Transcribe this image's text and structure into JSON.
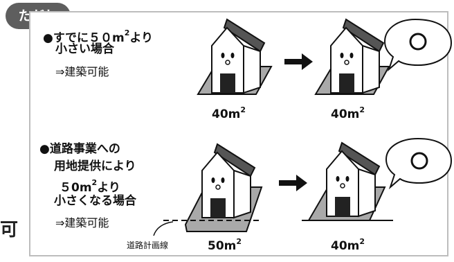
{
  "tag_label": "ただし",
  "edge_char": "可",
  "case1": {
    "heading_line1": "●すでに５０m",
    "heading_sup": "2",
    "heading_line1_tail": "より",
    "heading_line2": "小さい場合",
    "result": "⇒建築可能",
    "area_before": "40m",
    "area_after": "40m",
    "area_sup": "2",
    "ok_mark": "○"
  },
  "case2": {
    "heading_line1": "●道路事業への",
    "heading_line2": "用地提供により",
    "heading_line3_pre": "５0m",
    "heading_sup": "2",
    "heading_line3_tail": "より",
    "heading_line4": "小さくなる場合",
    "result": "⇒建築可能",
    "road_label": "道路計画線",
    "area_before": "50m",
    "area_after": "40m",
    "area_sup": "2",
    "ok_mark": "○"
  },
  "colors": {
    "tag": "#5e5e5e",
    "border": "#bdbdbd",
    "ground": "#a9a9a9",
    "roof": "#555555",
    "door": "#222222"
  }
}
